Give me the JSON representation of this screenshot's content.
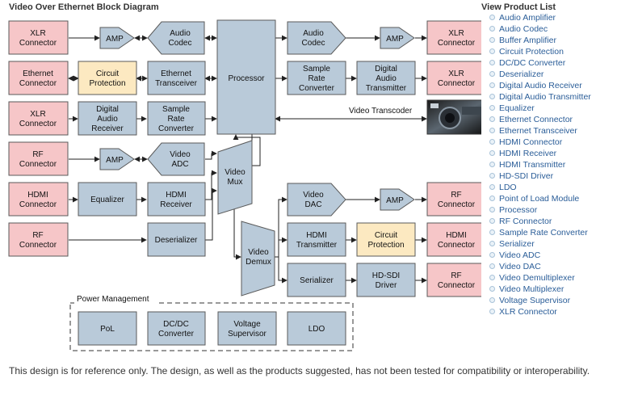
{
  "title": "Video Over Ethernet Block Diagram",
  "product_list_title": "View Product List",
  "products": [
    "Audio Amplifier",
    "Audio Codec",
    "Buffer Amplifier",
    "Circuit Protection",
    "DC/DC Converter",
    "Deserializer",
    "Digital Audio Receiver",
    "Digital Audio Transmitter",
    "Equalizer",
    "Ethernet Connector",
    "Ethernet Transceiver",
    "HDMI Connector",
    "HDMI Receiver",
    "HDMI Transmitter",
    "HD-SDI Driver",
    "LDO",
    "Point of Load Module",
    "Processor",
    "RF Connector",
    "Sample Rate Converter",
    "Serializer",
    "Video ADC",
    "Video DAC",
    "Video Demultiplexer",
    "Video Multiplexer",
    "Voltage Supervisor",
    "XLR Connector"
  ],
  "diagram": {
    "blocks": {
      "xlr_in_1": [
        "XLR",
        "Connector"
      ],
      "eth_conn": [
        "Ethernet",
        "Connector"
      ],
      "xlr_in_2": [
        "XLR",
        "Connector"
      ],
      "rf_in_1": [
        "RF",
        "Connector"
      ],
      "hdmi_in": [
        "HDMI",
        "Connector"
      ],
      "rf_in_2": [
        "RF",
        "Connector"
      ],
      "amp_1": [
        "AMP"
      ],
      "circuit_prot_1": [
        "Circuit",
        "Protection"
      ],
      "dig_audio_rx": [
        "Digital",
        "Audio",
        "Receiver"
      ],
      "amp_2": [
        "AMP"
      ],
      "equalizer": [
        "Equalizer"
      ],
      "audio_codec_in": [
        "Audio",
        "Codec"
      ],
      "eth_xcvr": [
        "Ethernet",
        "Transceiver"
      ],
      "src_1": [
        "Sample",
        "Rate",
        "Converter"
      ],
      "video_adc": [
        "Video",
        "ADC"
      ],
      "hdmi_rx": [
        "HDMI",
        "Receiver"
      ],
      "deserializer": [
        "Deserializer"
      ],
      "processor": [
        "Processor"
      ],
      "video_mux": [
        "Video",
        "Mux"
      ],
      "video_demux": [
        "Video",
        "Demux"
      ],
      "audio_codec_out": [
        "Audio",
        "Codec"
      ],
      "src_2": [
        "Sample",
        "Rate",
        "Converter"
      ],
      "video_dac": [
        "Video",
        "DAC"
      ],
      "hdmi_tx": [
        "HDMI",
        "Transmitter"
      ],
      "serializer": [
        "Serializer"
      ],
      "amp_3": [
        "AMP"
      ],
      "dig_audio_tx": [
        "Digital",
        "Audio",
        "Transmitter"
      ],
      "amp_4": [
        "AMP"
      ],
      "circuit_prot_2": [
        "Circuit",
        "Protection"
      ],
      "hdsdi_driver": [
        "HD-SDI",
        "Driver"
      ],
      "xlr_out_1": [
        "XLR",
        "Connector"
      ],
      "xlr_out_2": [
        "XLR",
        "Connector"
      ],
      "rf_out_1": [
        "RF",
        "Connector"
      ],
      "hdmi_out": [
        "HDMI",
        "Connector"
      ],
      "rf_out_2": [
        "RF",
        "Connector"
      ],
      "pol": [
        "PoL"
      ],
      "dcdc": [
        "DC/DC",
        "Converter"
      ],
      "volt_sup": [
        "Voltage",
        "Supervisor"
      ],
      "ldo": [
        "LDO"
      ]
    },
    "video_transcoder_label": "Video Transcoder",
    "power_management_label": "Power Management"
  },
  "colors": {
    "connector": "#f6c6c8",
    "function": "#b9cad9",
    "protection": "#fce9c1",
    "link": "#2a5d98"
  },
  "disclaimer": "This design is for reference only. The design, as well as the products suggested, has not been tested for compatibility or interoperability."
}
